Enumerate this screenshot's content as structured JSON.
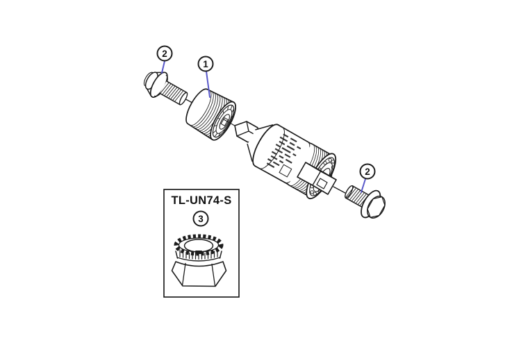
{
  "figure": {
    "title": "bottom-bracket-exploded-view",
    "background_color": "#ffffff",
    "ink_color": "#1c1c1c",
    "leader_line_color": "#5757c9",
    "callouts": [
      {
        "label": "2",
        "part": "crank-fixing-bolt-left"
      },
      {
        "label": "1",
        "part": "adapter-lockring"
      },
      {
        "label": "2",
        "part": "crank-fixing-bolt-right"
      },
      {
        "label": "3",
        "part": "bottom-bracket-tool"
      }
    ],
    "tool_box": {
      "label": "TL-UN74-S"
    }
  }
}
